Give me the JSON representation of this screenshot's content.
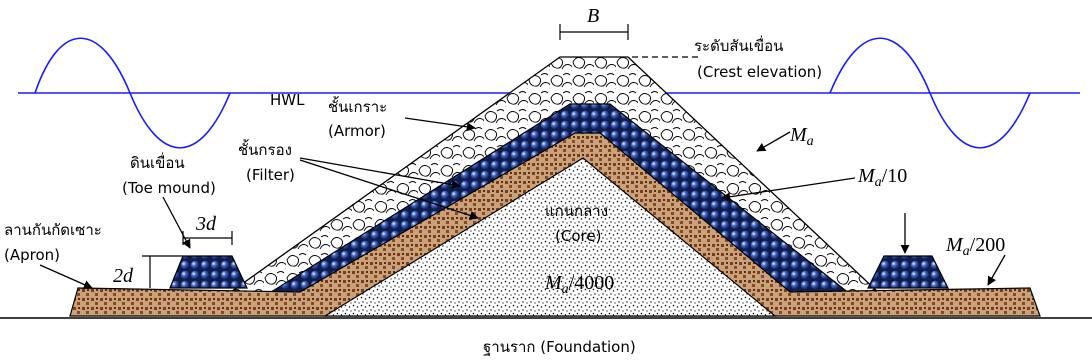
{
  "labels": {
    "hwl": "HWL",
    "crest_th": "ระดับสันเขื่อน",
    "crest_en": "(Crest elevation)",
    "armor_th": "ชั้นเกราะ",
    "armor_en": "(Armor)",
    "filter_th": "ชั้นกรอง",
    "filter_en": "(Filter)",
    "toe_th": "ดินเขื่อน",
    "toe_en": "(Toe mound)",
    "apron_th": "ลานกันกัดเซาะ",
    "apron_en": "(Apron)",
    "core_th": "แกนกลาง",
    "core_en": "(Core)",
    "foundation": "ฐานราก (Foundation)",
    "width_b": "B",
    "toe_width": "3d",
    "toe_height": "2d",
    "mass_armor": "M",
    "mass_sub": "a",
    "mass_filter_suffix": "/10",
    "mass_apron_suffix": "/200",
    "mass_core_suffix": "/4000"
  },
  "colors": {
    "water": "#1a1aff",
    "armor_fill": "#ffffff",
    "filter_fill": "#1a2e66",
    "underlayer_fill": "#c49a72",
    "underlayer_dots": "#7a3f1a",
    "core_fill": "#ffffff",
    "ink": "#000000"
  }
}
